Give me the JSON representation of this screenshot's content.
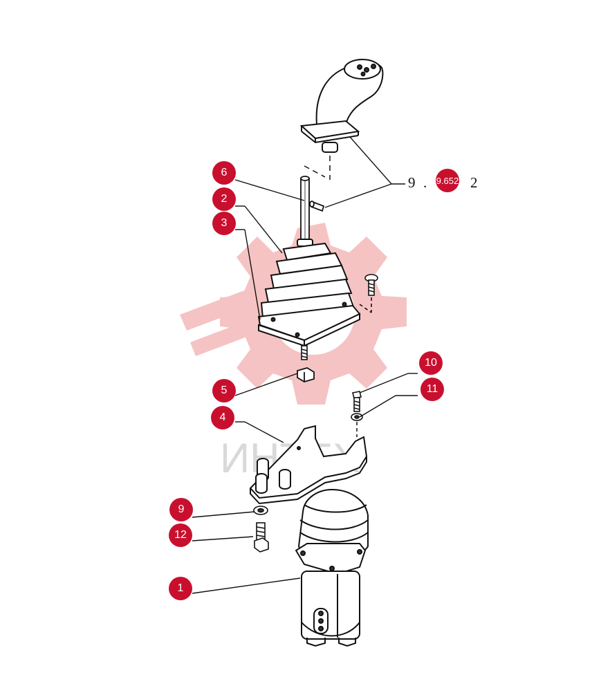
{
  "watermark": {
    "text": "ИНТЕХ",
    "color": "#f4b9b9"
  },
  "accent_color": "#c8102e",
  "callouts": [
    "1",
    "2",
    "3",
    "4",
    "5",
    "6",
    "9",
    "10",
    "11",
    "12",
    "9.652"
  ],
  "reference": {
    "left": "9",
    "dot": ".",
    "right": "2"
  }
}
